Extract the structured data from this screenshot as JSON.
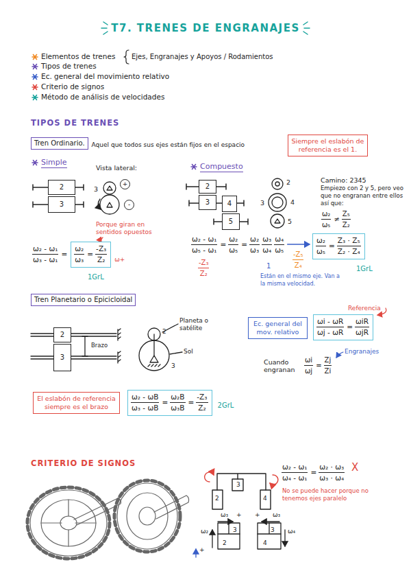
{
  "diagram": {
    "title": "T7. TRENES DE ENGRANAJES",
    "nodes": [
      {
        "text": [
          "Tren Ordinario."
        ]
      },
      {
        "text": [
          "Siempre el eslabón de referencia es el 1."
        ]
      },
      {
        "text": [
          "2"
        ]
      },
      {
        "text": [
          "3"
        ]
      },
      {
        "text": [
          "2"
        ]
      },
      {
        "text": [
          "3"
        ]
      },
      {
        "text": [
          "4"
        ]
      },
      {
        "text": [
          "5"
        ]
      },
      {
        "text": [
          "ω₂",
          "ω₃",
          "=",
          "-Z₃",
          "Z₂"
        ]
      },
      {
        "text": [
          "ω₂",
          "ω₅",
          "=",
          "Z₃ · Z₅",
          "Z₂ · Z₄"
        ]
      },
      {
        "text": [
          "Tren Planetario o Epicicloidal"
        ]
      },
      {
        "text": [
          "2"
        ]
      },
      {
        "text": [
          "3"
        ]
      },
      {
        "text": [
          "Ec. general del mov. relativo"
        ]
      },
      {
        "text": [
          "ωi - ωR",
          "ωj - ωR",
          "=",
          "ωiR",
          "ωjR"
        ]
      },
      {
        "text": [
          "El eslabón de referencia siempre es el brazo"
        ]
      },
      {
        "text": [
          "ω₂ - ωB",
          "ω₃ - ωB",
          "=",
          "ω₂B",
          "ω₃B",
          "=",
          "-Z₃",
          "Z₂"
        ]
      }
    ],
    "labels": [
      "Elementos de trenes",
      "Ejes, Engranajes y Apoyos / Rodamientos",
      "Tipos de trenes",
      "Ec. general del movimiento relativo",
      "Criterio de signos",
      "Método de análisis de velocidades",
      "TIPOS DE TRENES",
      "Aquel que todos sus ejes están fijos en el espacio",
      "Simple",
      "Vista lateral:",
      "3",
      "+",
      "-",
      "Porque giran en sentidos opuestos",
      "ω₂ - ω₁",
      "ω₃ - ω₁",
      "=",
      "ω+",
      "1GrL",
      "Compuesto",
      "Camino: 2345",
      "Empiezo con 2 y 5, pero veo que no engranan entre ellos así que:",
      "ω₂",
      "ω₅",
      "≠",
      "Z₅",
      "Z₂",
      "2",
      "3",
      "4",
      "5",
      "ω₂ - ω₁",
      "ω₅ - ω₁",
      "=",
      "ω₂",
      "ω₅",
      "=",
      "ω₂",
      "ω₃",
      "ω₃",
      "ω₄",
      "ω₄",
      "ω₅",
      "-Z₃",
      "Z₂",
      "1",
      "-Z₅",
      "Z₄",
      "Están en el mismo eje. Van a la misma velocidad.",
      "1GrL",
      "Brazo",
      "Planeta o satélite",
      "2",
      "Sol",
      "3",
      "Referencia",
      "Cuando engranan",
      "ωi",
      "ωj",
      "=",
      "Zj",
      "Zi",
      "Engranajes",
      "2GrL",
      "CRITERIO DE SIGNOS",
      "ω₂ - ω₁",
      "ω₄ - ω₁",
      "=",
      "ω₂ · ω₃",
      "ω₃ · ω₄",
      "X",
      "No se puede hacer porque no tenemos ejes paralelo",
      "2",
      "3",
      "4",
      "ω₃",
      "ω₂",
      "3",
      "2",
      "+",
      "+",
      "ω₃",
      "ω₄",
      "3",
      "4",
      "+"
    ]
  }
}
